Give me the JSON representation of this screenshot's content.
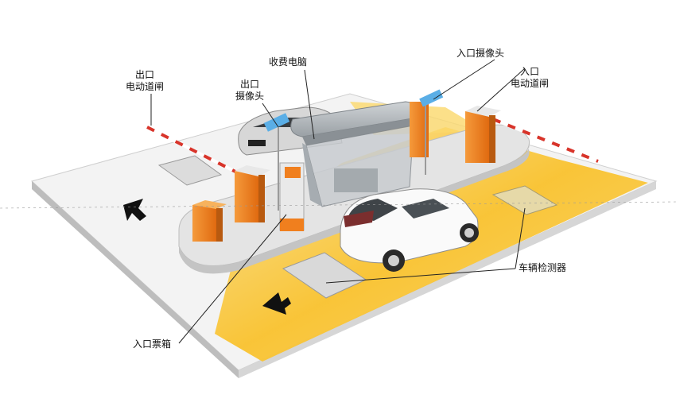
{
  "labels": {
    "exit_gate": [
      "出口",
      "电动道闸"
    ],
    "toll_pc": "收费电脑",
    "exit_camera": [
      "出口",
      "摄像头"
    ],
    "entry_camera": "入口摄像头",
    "entry_gate": [
      "入口",
      "电动道闸"
    ],
    "vehicle_detector": "车辆检测器",
    "entry_ticket_box": "入口票箱"
  },
  "colors": {
    "ground": "#f4f4f4",
    "entry_lane": "#f8c02a",
    "island": "#e6e6e6",
    "equipment_orange": "#f07f1e",
    "barrier_red": "#d8342a"
  },
  "icons": [
    "entry-arrow-icon",
    "exit-arrow-icon"
  ]
}
